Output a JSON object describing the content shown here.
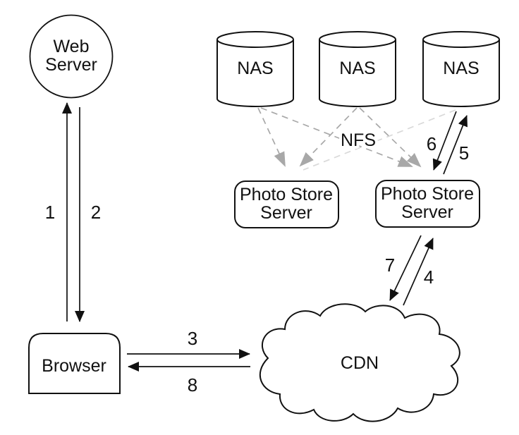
{
  "diagram": {
    "nodes": {
      "web_server": {
        "label_lines": [
          "Web",
          "Server"
        ]
      },
      "nas1": {
        "label": "NAS"
      },
      "nas2": {
        "label": "NAS"
      },
      "nas3": {
        "label": "NAS"
      },
      "photo_store_left": {
        "label_lines": [
          "Photo Store",
          "Server"
        ]
      },
      "photo_store_right": {
        "label_lines": [
          "Photo Store",
          "Server"
        ]
      },
      "browser": {
        "label": "Browser"
      },
      "cdn": {
        "label": "CDN"
      }
    },
    "edge_labels": {
      "e1": "1",
      "e2": "2",
      "e3": "3",
      "e4": "4",
      "e5": "5",
      "e6": "6",
      "e7": "7",
      "e8": "8",
      "nfs": "NFS"
    }
  },
  "colors": {
    "stroke": "#111111",
    "dashed_arrow_gray": "#a8a8a8",
    "dashed_arrow_light": "#d9d9d9",
    "background": "#ffffff"
  }
}
